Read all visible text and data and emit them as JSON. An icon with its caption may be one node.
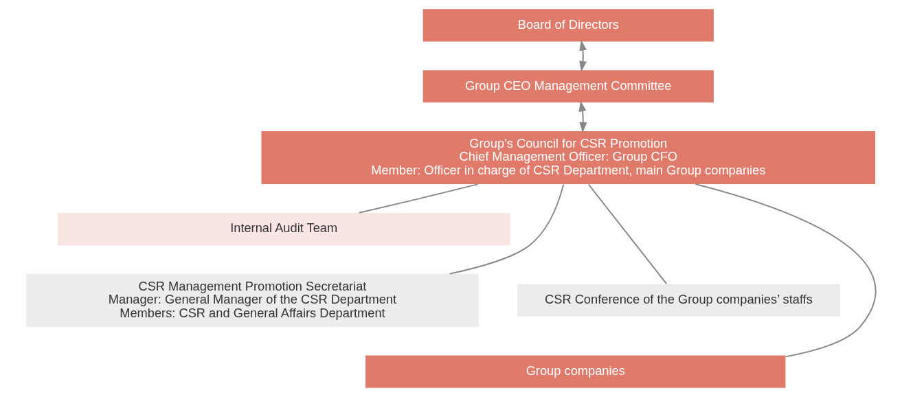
{
  "diagram": {
    "nodes": [
      {
        "text": [
          "Board of Directors"
        ]
      },
      {
        "text": [
          "Group CEO Management Committee"
        ]
      },
      {
        "text": [
          "Group’s Council for CSR Promotion",
          "Chief Management Officer: Group CFO",
          "Member: Officer in charge of CSR Department, main Group companies"
        ]
      },
      {
        "text": [
          "Internal Audit Team"
        ]
      },
      {
        "text": [
          "CSR Management Promotion Secretariat",
          "Manager: General Manager of the CSR Department",
          "Members: CSR and General Affairs Department"
        ]
      },
      {
        "text": [
          "CSR Conference of the Group companies’ staffs"
        ]
      },
      {
        "text": [
          "Group companies"
        ]
      }
    ],
    "edges": [
      {
        "from": 0,
        "to": 1,
        "arrow": "both"
      },
      {
        "from": 1,
        "to": 2,
        "arrow": "both"
      },
      {
        "from": 2,
        "to": 3,
        "arrow": "none"
      },
      {
        "from": 2,
        "to": 4,
        "arrow": "none"
      },
      {
        "from": 2,
        "to": 5,
        "arrow": "none"
      },
      {
        "from": 2,
        "to": 6,
        "arrow": "none"
      }
    ]
  }
}
